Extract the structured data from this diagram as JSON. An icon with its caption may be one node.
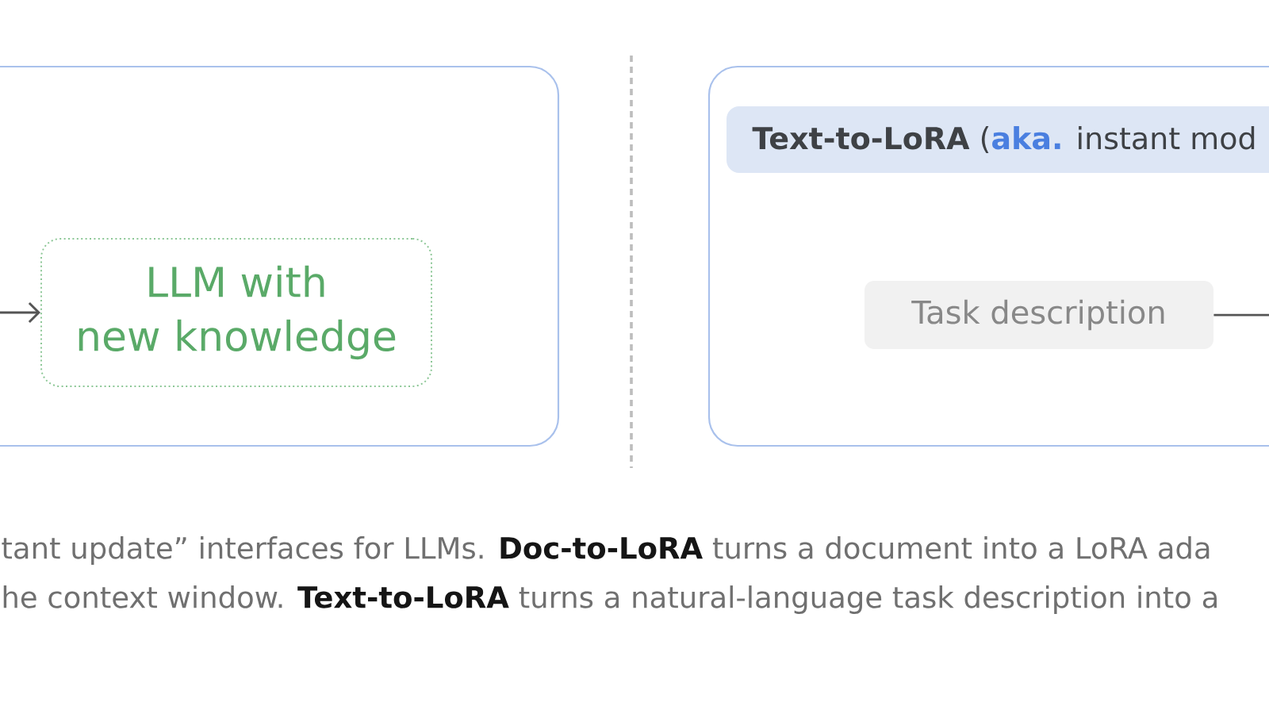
{
  "diagram": {
    "nodes": [
      {
        "text": [],
        "shape": "box"
      },
      {
        "text": [
          "LLM with new knowledge"
        ],
        "in": 0
      },
      {
        "text": [],
        "shape": "box"
      },
      {
        "text": [
          "**Text-to-LoRA** (**aka.** instant mod"
        ],
        "in": 2
      },
      {
        "text": [
          "Task description"
        ],
        "in": 2
      }
    ],
    "edges": [
      {
        "from": null,
        "to": 1,
        "arrow": "to"
      },
      {
        "from": 4,
        "to": null,
        "arrow": "none"
      }
    ],
    "labels": [
      "tant update” interfaces for LLMs. **Doc-to-LoRA** turns a document into a LoRA ada",
      "he context window. **Text-to-LoRA** turns a natural-language task description into a"
    ]
  }
}
